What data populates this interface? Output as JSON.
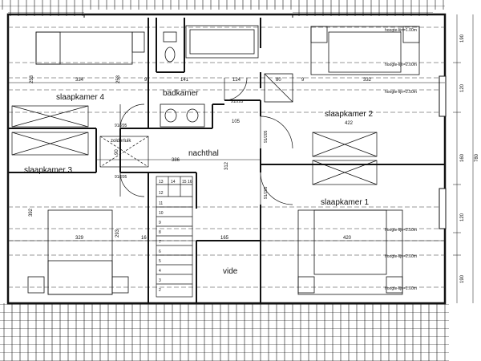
{
  "rooms": {
    "slaapkamer4": "slaapkamer 4",
    "badkamer": "badkamer",
    "slaapkamer2": "slaapkamer 2",
    "nachthal": "nachthal",
    "zolderluik": "zolderluik",
    "slaapkamer3": "slaapkamer 3",
    "slaapkamer1": "slaapkamer 1",
    "vide": "vide"
  },
  "dimensions": {
    "top_row": [
      "253",
      "334",
      "253",
      "9",
      "141",
      "124",
      "80",
      "9",
      "332"
    ],
    "mid": {
      "d422": "422",
      "d105": "105",
      "d386": "386",
      "d312": "312",
      "d90": "90",
      "d392": "392",
      "d293": "293"
    },
    "bottom_row": [
      "329",
      "16",
      "165",
      "420"
    ],
    "doors": [
      "91/205",
      "91/205",
      "91/205",
      "91/205",
      "91/205"
    ],
    "right_side": [
      "190",
      "120",
      "160",
      "780",
      "120",
      "190"
    ]
  },
  "height_lines": {
    "h100": "hoogte-lijn=1.00m",
    "h200": "hoogte-lijn=2.00m",
    "h250": "hoogte-lijn=2.50m"
  },
  "stairs": {
    "steps_top": [
      "13",
      "14",
      "15",
      "16"
    ],
    "steps_left": [
      "12",
      "11",
      "10",
      "9",
      "8",
      "7",
      "6",
      "5",
      "4",
      "3",
      "2"
    ]
  },
  "colors": {
    "line": "#111111",
    "dashed": "#333333"
  }
}
